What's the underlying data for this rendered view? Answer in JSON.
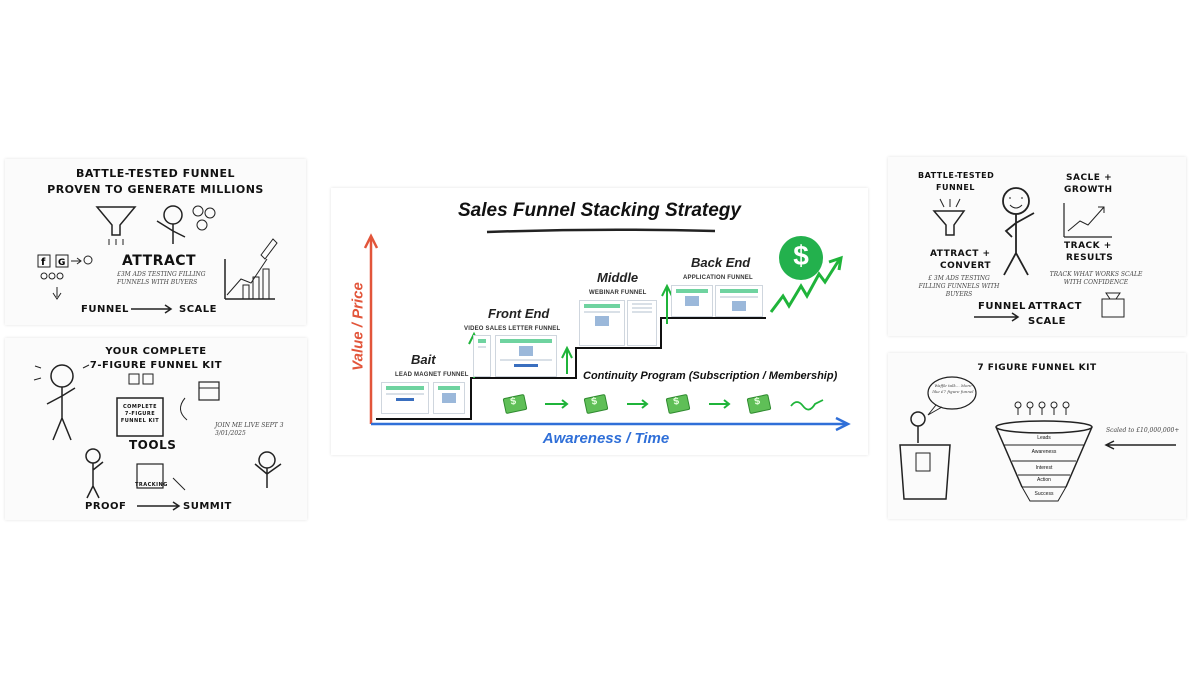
{
  "panel_tl": {
    "title_line1": "BATTLE-TESTED FUNNEL",
    "title_line2": "PROVEN TO GENERATE MILLIONS",
    "attract": "ATTRACT",
    "note": "£3M ADS TESTING FILLING FUNNELS WITH BUYERS",
    "funnel": "FUNNEL",
    "scale": "SCALE"
  },
  "panel_bl": {
    "title_line1": "YOUR COMPLETE",
    "title_line2": "7-FIGURE FUNNEL KIT",
    "box_text": "COMPLETE 7-FIGURE FUNNEL KIT",
    "tools": "TOOLS",
    "note": "JOIN ME LIVE SEPT 3 3/01/2025",
    "tracking": "TRACKING",
    "proof": "PROOF",
    "summit": "SUMMIT"
  },
  "center": {
    "title": "Sales Funnel Stacking Strategy",
    "y_axis": "Value / Price",
    "x_axis": "Awareness / Time",
    "steps": [
      {
        "label": "Bait",
        "sub": "LEAD MAGNET FUNNEL"
      },
      {
        "label": "Front End",
        "sub": "VIDEO SALES LETTER FUNNEL"
      },
      {
        "label": "Middle",
        "sub": "WEBINAR FUNNEL"
      },
      {
        "label": "Back End",
        "sub": "APPLICATION FUNNEL"
      }
    ],
    "continuity": "Continuity Program (Subscription / Membership)",
    "dollar": "$"
  },
  "panel_tr": {
    "battle_line1": "BATTLE-TESTED",
    "battle_line2": "FUNNEL",
    "sacle_line1": "SACLE +",
    "sacle_line2": "GROWTH",
    "attract_line1": "ATTRACT +",
    "attract_line2": "CONVERT",
    "note_left": "£ 3M ADS TESTING FILLING FUNNELS WITH BUYERS",
    "track_line1": "TRACK +",
    "track_line2": "RESULTS",
    "note_right": "TRACK WHAT WORKS SCALE WITH CONFIDENCE",
    "funnel": "FUNNEL",
    "attract": "ATTRACT",
    "scale": "SCALE"
  },
  "panel_br": {
    "title": "7 FIGURE FUNNEL KIT",
    "speech": "Waffle talk... More like £7 figure funnel",
    "tiers": [
      "Leads",
      "Awareness",
      "Interest",
      "Action",
      "Success"
    ],
    "scaled": "Scaled to £10,000,000+"
  },
  "colors": {
    "green": "#1fb43a",
    "red": "#e2553a",
    "blue": "#2f6fd8",
    "accent_green": "#23b14d"
  }
}
